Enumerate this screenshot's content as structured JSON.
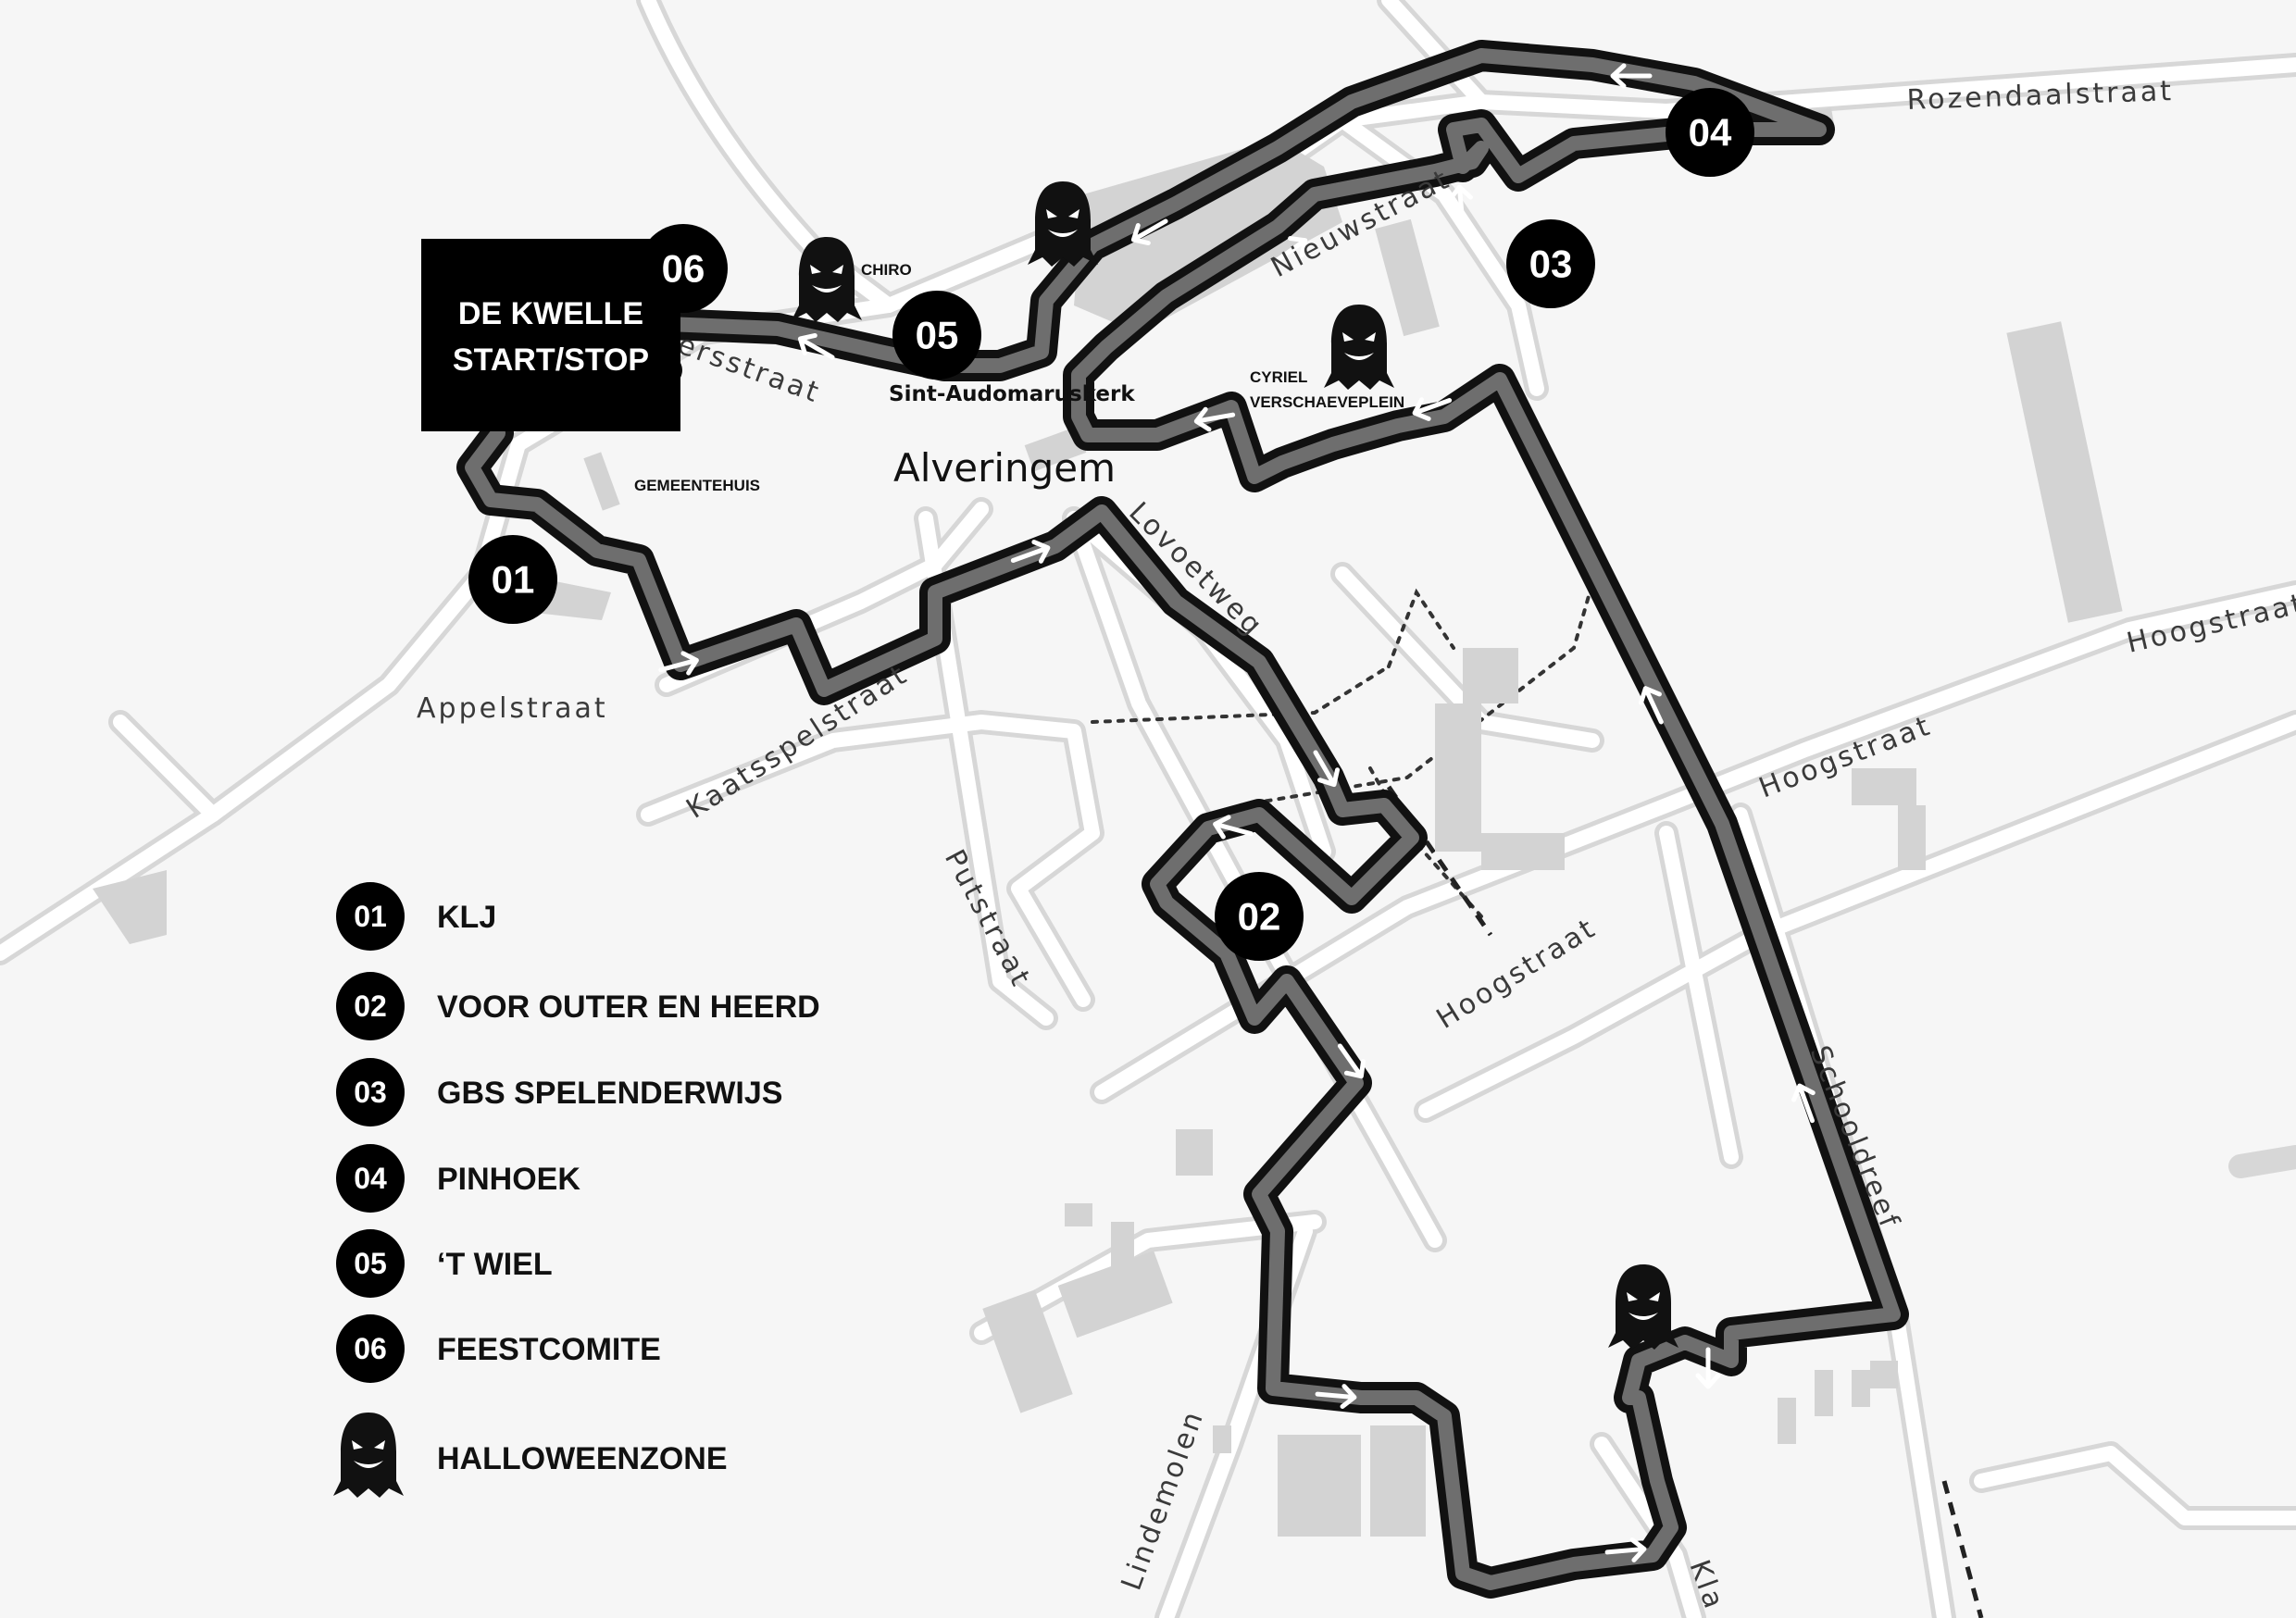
{
  "title": {
    "line1": "DE KWELLE",
    "line2": "START/STOP"
  },
  "town": "Alveringem",
  "streets": {
    "rozendaalstraat": "Rozendaalstraat",
    "nieuwstraat": "Nieuwstraat",
    "hoogstraat_e": "Hoogstraat",
    "hoogstraat_mid": "Hoogstraat",
    "hoogstraat_s": "Hoogstraat",
    "appelstraat": "Appelstraat",
    "kaatsspelstraat": "Kaatsspelstraat",
    "lovoetweg": "Lovoetweg",
    "putstraat": "Putstraat",
    "schooldreef": "Schooldreef",
    "lindemolen": "Lindemolen",
    "klaver": "Kla",
    "sersstraat": "ersstraat"
  },
  "places": {
    "church": "Sint-Audomaruskerk",
    "gemeentehuis": "GEMEENTEHUIS",
    "chiro": "CHIRO",
    "cyriel1": "CYRIEL",
    "cyriel2": "VERSCHAEVEPLEIN"
  },
  "stops": [
    {
      "num": "01",
      "name": "KLJ"
    },
    {
      "num": "02",
      "name": "VOOR OUTER EN HEERD"
    },
    {
      "num": "03",
      "name": "GBS SPELENDERWIJS"
    },
    {
      "num": "04",
      "name": "PINHOEK"
    },
    {
      "num": "05",
      "name": "‘T WIEL"
    },
    {
      "num": "06",
      "name": "FEESTCOMITE"
    }
  ],
  "legend": {
    "halloween": "HALLOWEENZONE"
  },
  "icons": {
    "ghost": "ghost-icon",
    "arrow": "route-arrow-icon"
  },
  "colors": {
    "route": "#111111",
    "route_inner": "#6e6e6e",
    "background": "#f6f6f6",
    "road": "#d7d7d7",
    "building": "#d3d3d3",
    "badge": "#000000"
  }
}
